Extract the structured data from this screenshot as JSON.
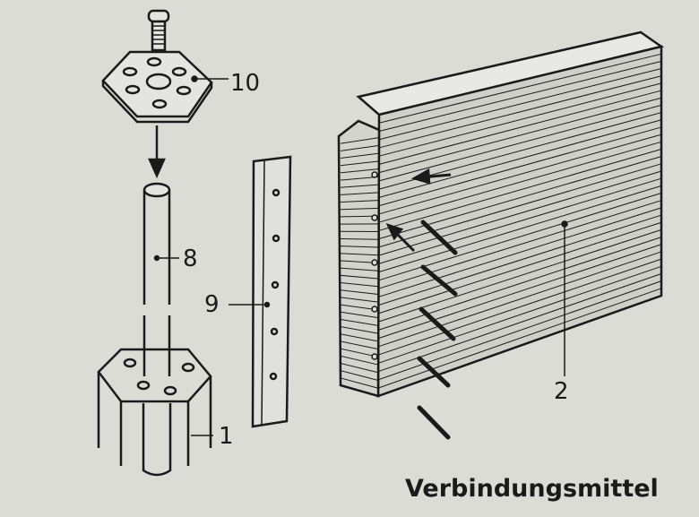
{
  "labels": {
    "plate": "10",
    "tube": "8",
    "strip": "9",
    "base": "1",
    "board": "2"
  },
  "caption": "Verbindungsmittel",
  "colors": {
    "background": "#dcdcd6",
    "ink": "#1a1a1a"
  }
}
